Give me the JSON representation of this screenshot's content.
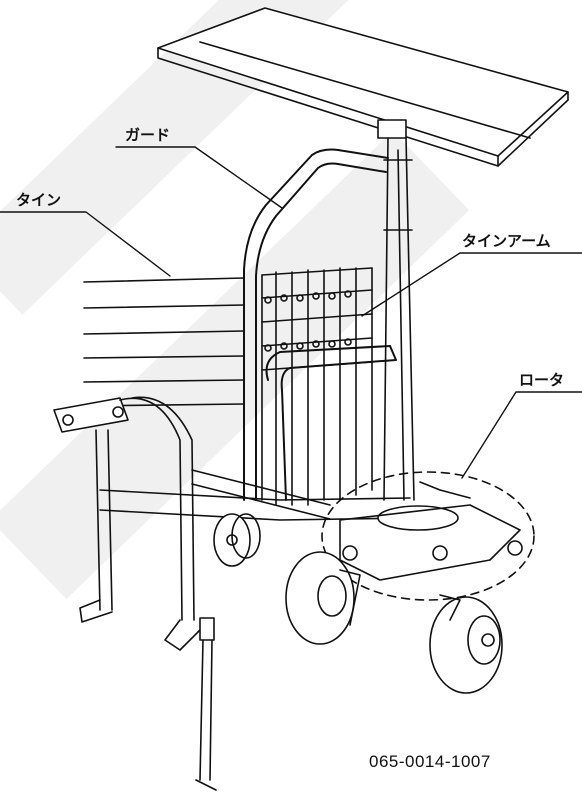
{
  "labels": {
    "guard": "ガード",
    "tine": "タイン",
    "tine_arm": "タインアーム",
    "rotor": "ロータ"
  },
  "figure_number": "065-0014-1007",
  "colors": {
    "line": "#111111",
    "watermark": "#f0f0f0",
    "background": "#ffffff"
  }
}
